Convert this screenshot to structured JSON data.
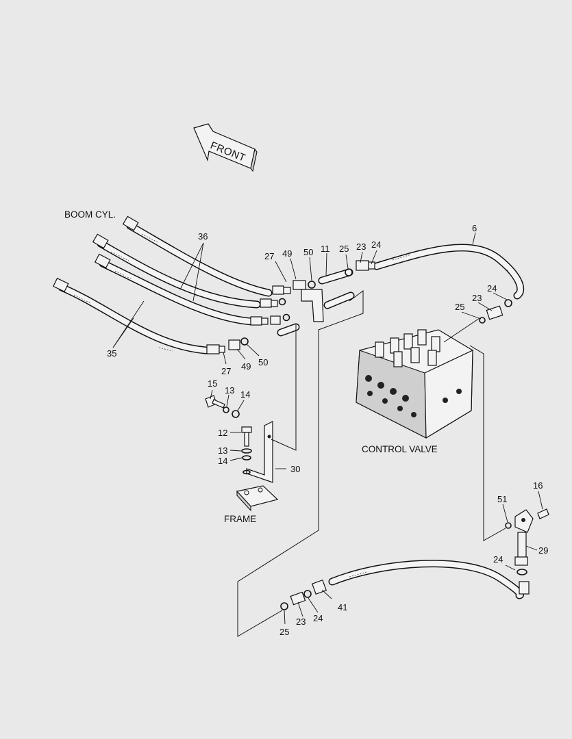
{
  "arrow_label": "FRONT",
  "captions": {
    "boom_cyl": "BOOM CYL.",
    "control_valve": "CONTROL VALVE",
    "frame": "FRAME"
  },
  "callouts": [
    {
      "id": "c6",
      "text": "6"
    },
    {
      "id": "c11",
      "text": "11"
    },
    {
      "id": "c12",
      "text": "12"
    },
    {
      "id": "c13a",
      "text": "13"
    },
    {
      "id": "c13b",
      "text": "13"
    },
    {
      "id": "c14a",
      "text": "14"
    },
    {
      "id": "c14b",
      "text": "14"
    },
    {
      "id": "c15",
      "text": "15"
    },
    {
      "id": "c16",
      "text": "16"
    },
    {
      "id": "c23a",
      "text": "23"
    },
    {
      "id": "c23b",
      "text": "23"
    },
    {
      "id": "c23c",
      "text": "23"
    },
    {
      "id": "c24a",
      "text": "24"
    },
    {
      "id": "c24b",
      "text": "24"
    },
    {
      "id": "c24c",
      "text": "24"
    },
    {
      "id": "c24d",
      "text": "24"
    },
    {
      "id": "c25a",
      "text": "25"
    },
    {
      "id": "c25b",
      "text": "25"
    },
    {
      "id": "c25c",
      "text": "25"
    },
    {
      "id": "c27a",
      "text": "27"
    },
    {
      "id": "c27b",
      "text": "27"
    },
    {
      "id": "c29",
      "text": "29"
    },
    {
      "id": "c30",
      "text": "30"
    },
    {
      "id": "c35",
      "text": "35"
    },
    {
      "id": "c36",
      "text": "36"
    },
    {
      "id": "c41",
      "text": "41"
    },
    {
      "id": "c49a",
      "text": "49"
    },
    {
      "id": "c49b",
      "text": "49"
    },
    {
      "id": "c50a",
      "text": "50"
    },
    {
      "id": "c50b",
      "text": "50"
    },
    {
      "id": "c51",
      "text": "51"
    }
  ]
}
